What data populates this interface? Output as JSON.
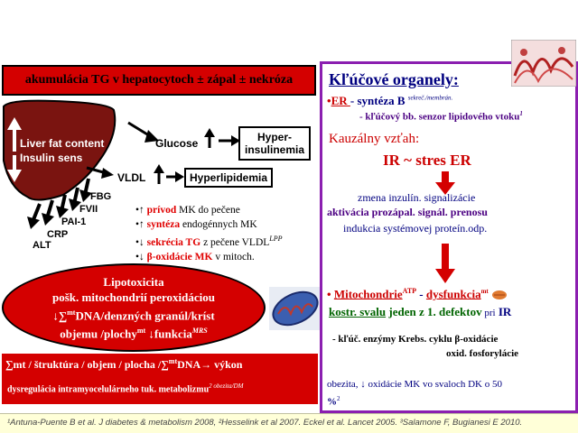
{
  "banner": {
    "text": "akumulácia TG  v hepatocytoch ± zápal ± nekróza"
  },
  "liver": {
    "label_fat": "Liver fat content",
    "label_insulin": "Insulin sens",
    "glucose": "Glucose",
    "hyperinsulinemia_line1": "Hyper-",
    "hyperinsulinemia_line2": "insulinemia",
    "vldl": "VLDL",
    "hyperlipidemia": "Hyperlipidemia",
    "markers": [
      "FBG",
      "FVII",
      "PAI-1",
      "CRP",
      "ALT"
    ]
  },
  "bullets": [
    {
      "prefix": "•↑ ",
      "red": "prívod",
      "rest": " MK do pečene"
    },
    {
      "prefix": "•↑ ",
      "red": "syntéza",
      "rest": " endogénnych MK"
    },
    {
      "prefix": "•↓ ",
      "red": "sekrécia TG",
      "rest": " z pečene VLDL",
      "sup": "LPP"
    },
    {
      "prefix": "•↓ ",
      "red": "β-oxidácie MK",
      "rest": " v mitoch."
    }
  ],
  "lipotox": {
    "line1": "Lipotoxicita",
    "line2": "pošk. mitochondrií peroxidáciou",
    "line3_pre": "↓∑",
    "line3_sup": "mt",
    "line3_post": "DNA/denzných granúl/kríst",
    "line4_pre": "objemu /plochy",
    "line4_sup1": "mt",
    "line4_mid": " ↓funkcia",
    "line4_sup2": "MRS"
  },
  "bottom": {
    "line1": "∑mt / štruktúra / objem / plocha /∑",
    "line1_sup": "mt",
    "line1_post": "DNA→  výkon",
    "line2": "dysregulácia intramyocelulárneho tuk. metabolizmu",
    "line2_sup": "2 obezita/DM"
  },
  "right": {
    "title": "Kľúčové organely:",
    "er_label": "ER ",
    "er_text": "- syntéza B ",
    "er_sup": "sekreč./membrán.",
    "er_line2": "- kľúčový bb. senzor lipidového vtoku",
    "er_line2_sup": "1",
    "causal": "Kauzálny vzťah:",
    "ir_stres": "IR ~ stres ER",
    "effect1": "zmena inzulín. signalizácie",
    "effect2": "aktivácia prozápal. signál. prenosu",
    "effect3": "indukcia systémovej proteín.odp.",
    "mito_label": "Mitochondrie",
    "mito_sup": "ATP",
    "dysf": "dysfunkcia",
    "dysf_sup": "mt",
    "kostr": "kostr. svalu",
    "defect": " jeden z 1. defektov",
    "pri": " pri",
    "ir": " IR",
    "krebs1": "- kľúč. enzýmy Krebs. cyklu β-oxidácie",
    "krebs2": "oxid. fosforylácie",
    "obezita": "obezita, ↓ oxidácie MK vo svaloch DK o 50",
    "obezita2": "%",
    "obezita_sup": "2"
  },
  "footer": "¹Antuna-Puente B et al. J diabetes & metabolism 2008, ²Hesselink et al 2007. Eckel et al. Lancet 2005. ³Salamone F, Bugianesi E 2010.",
  "colors": {
    "red": "#d40000",
    "purple_border": "#8b1fb0",
    "navy": "#000080",
    "green": "#006400"
  }
}
